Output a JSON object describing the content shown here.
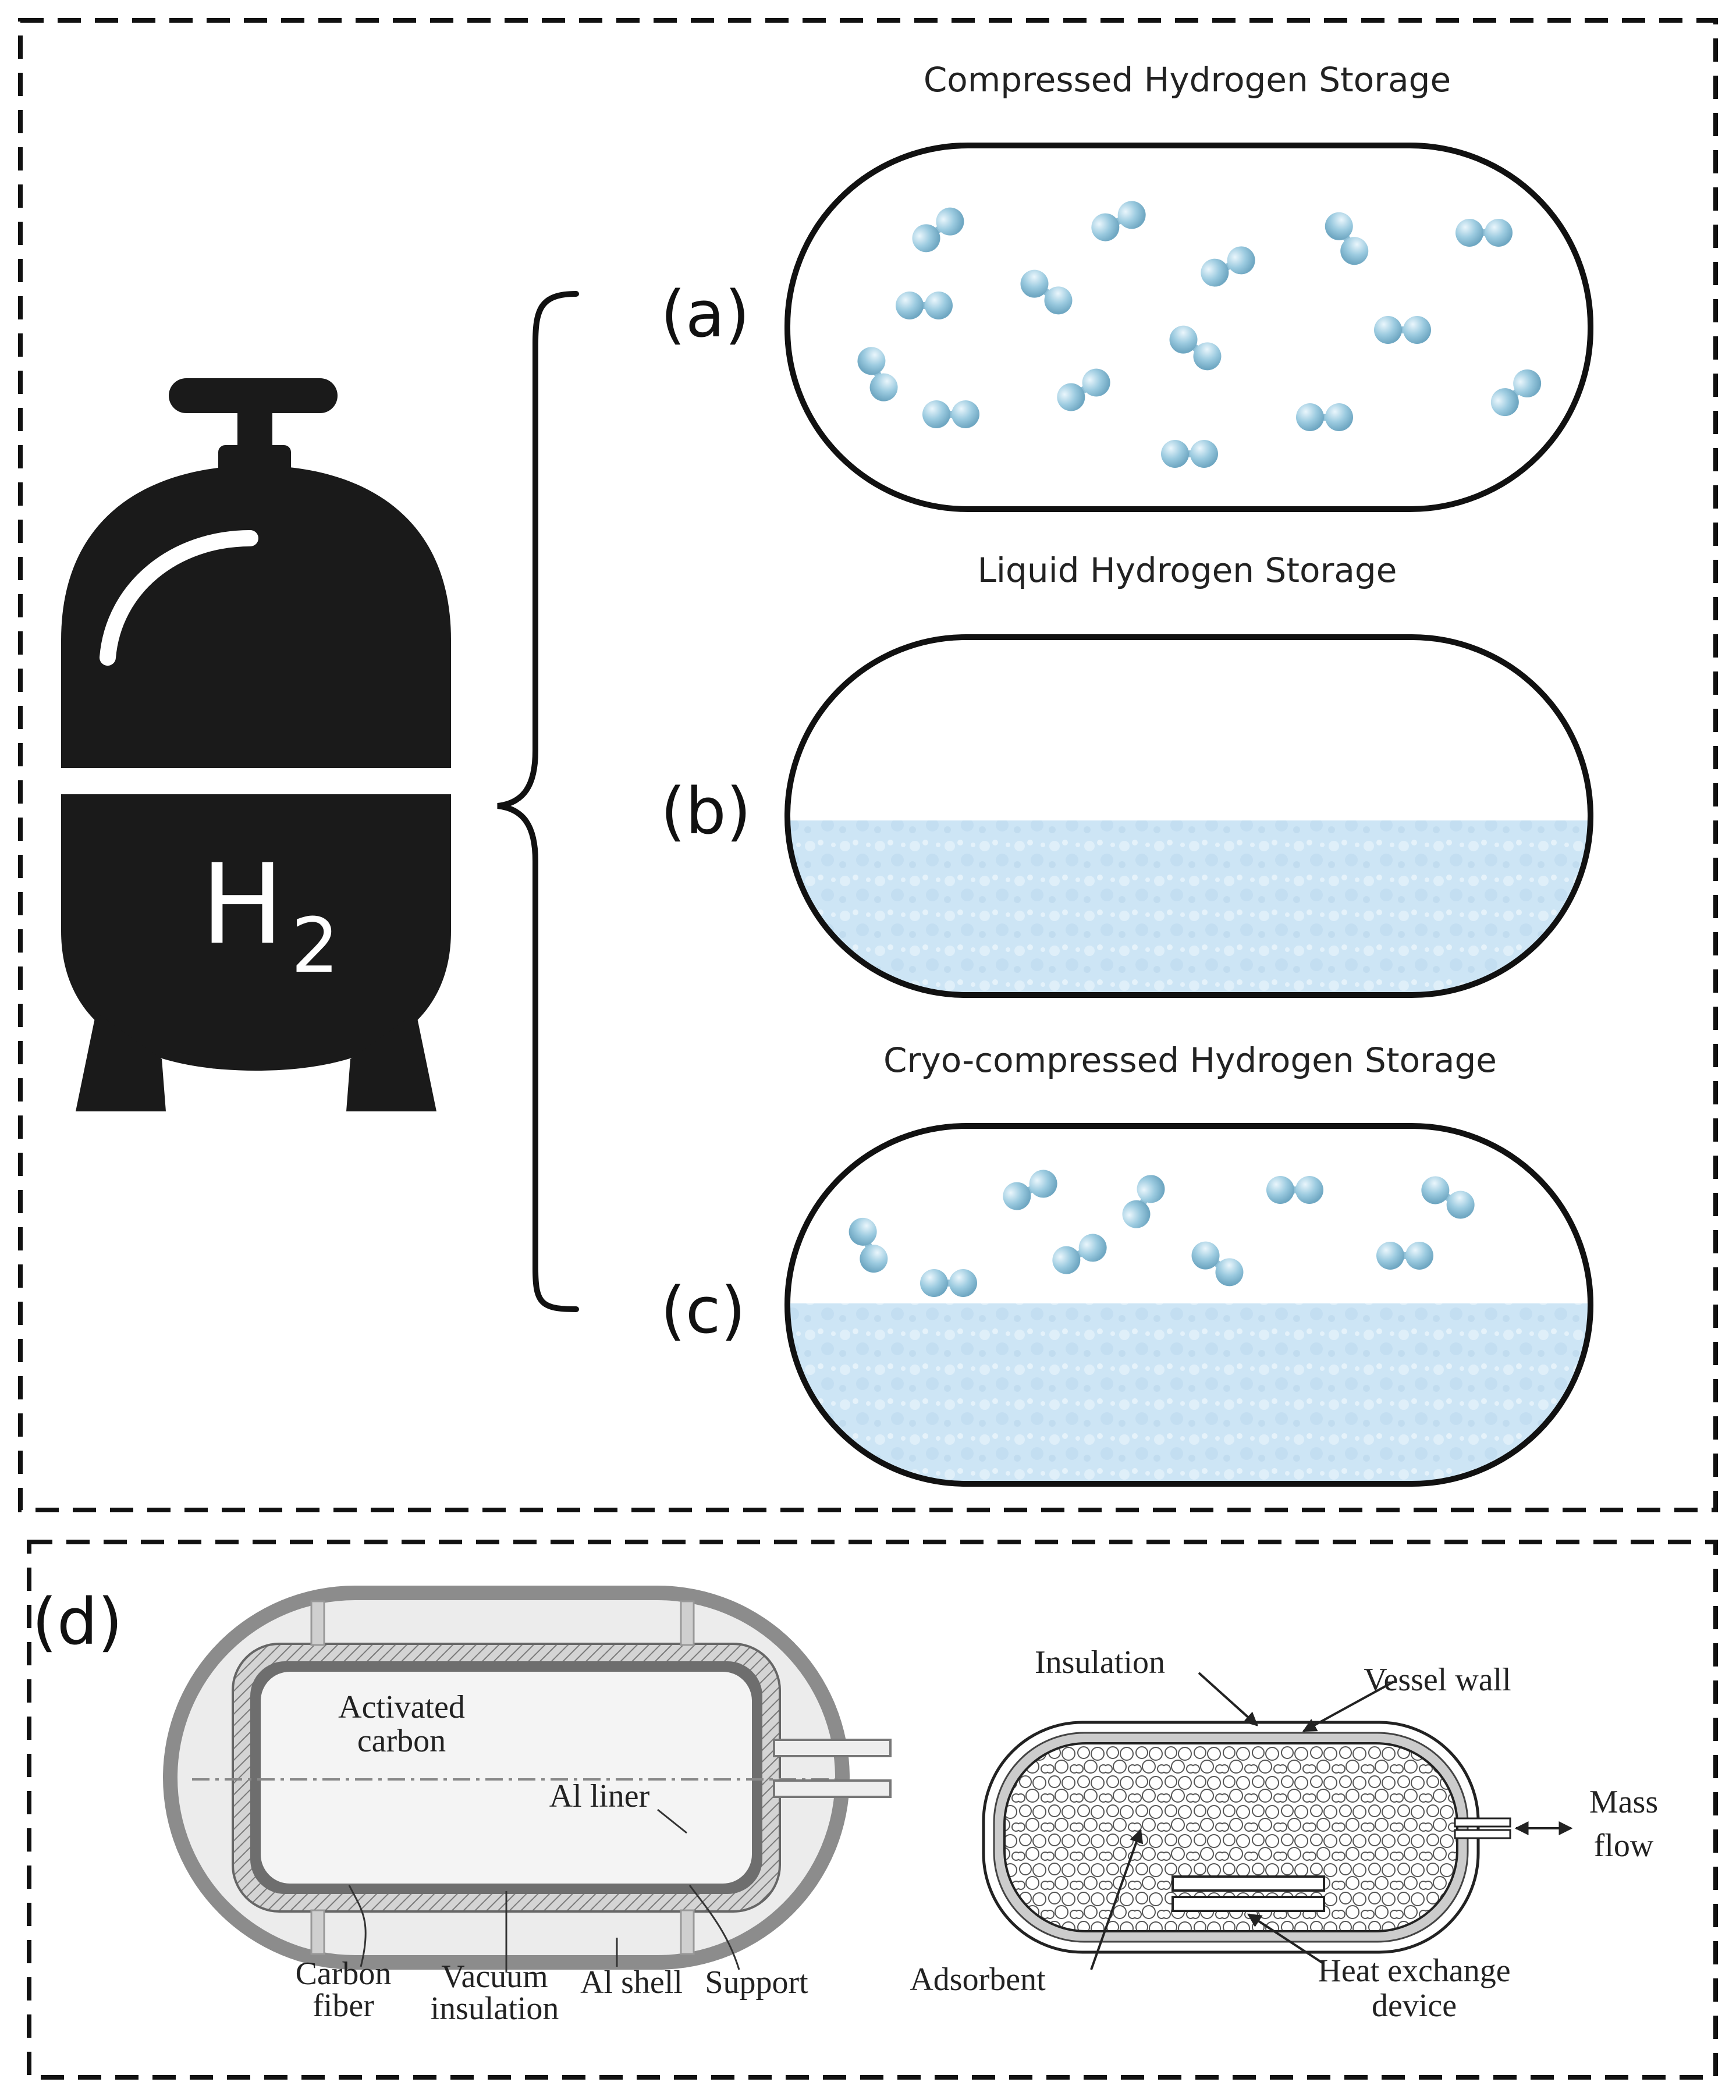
{
  "panels": {
    "top": {
      "tank_label_main": "H",
      "tank_label_sub": "2",
      "items": [
        {
          "letter": "(a)",
          "title": "Compressed Hydrogen Storage"
        },
        {
          "letter": "(b)",
          "title": "Liquid Hydrogen Storage"
        },
        {
          "letter": "(c)",
          "title": "Cryo-compressed Hydrogen Storage"
        }
      ]
    },
    "bottom": {
      "letter": "(d)",
      "left_diagram": {
        "labels": {
          "activated_carbon_1": "Activated",
          "activated_carbon_2": "carbon",
          "al_liner": "Al liner",
          "carbon_fiber_1": "Carbon",
          "carbon_fiber_2": "fiber",
          "vacuum_insulation_1": "Vacuum",
          "vacuum_insulation_2": "insulation",
          "al_shell": "Al shell",
          "support": "Support"
        }
      },
      "right_diagram": {
        "labels": {
          "insulation": "Insulation",
          "vessel_wall": "Vessel wall",
          "mass_flow_1": "Mass",
          "mass_flow_2": "flow",
          "adsorbent": "Adsorbent",
          "heat_exchange_1": "Heat exchange",
          "heat_exchange_2": "device"
        }
      }
    }
  },
  "colors": {
    "tank": "#1a1a1a",
    "molecule": "#8fbfd6",
    "molecule_light": "#d8eef8",
    "liquid": "#cfe6f6",
    "liquid_dark": "#b8d8ef",
    "border": "#111111",
    "gray_outer": "#8a8a8a",
    "gray_light": "#e6e6e6"
  }
}
